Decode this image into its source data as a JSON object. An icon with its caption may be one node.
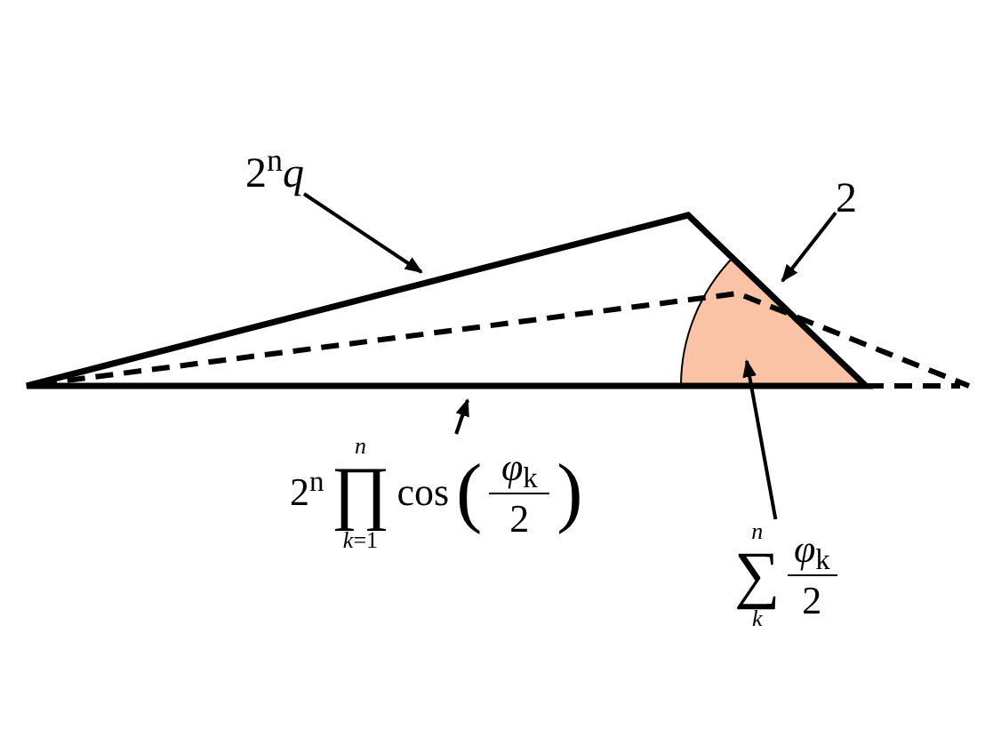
{
  "diagram": {
    "nodes": [
      {
        "text": [
          "2$^{n}$*q*"
        ]
      },
      {
        "text": [
          "2"
        ]
      },
      {
        "text": [
          "2$^{n}$",
          "*n*",
          "∏",
          "*k*=1",
          "cos",
          "(",
          "*φ*$_{k}$",
          "2",
          ")"
        ]
      },
      {
        "text": [
          "*n*",
          "∑",
          "*k*",
          "*φ*$_{k}$",
          "2"
        ]
      }
    ],
    "edges": [
      {
        "from": 0,
        "to": null,
        "arrow": "to"
      },
      {
        "from": 1,
        "to": null,
        "arrow": "to"
      },
      {
        "from": 2,
        "to": null,
        "arrow": "to"
      },
      {
        "from": 3,
        "to": null,
        "arrow": "to"
      }
    ]
  }
}
